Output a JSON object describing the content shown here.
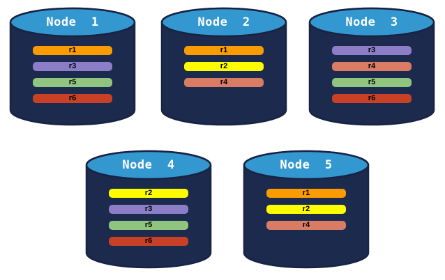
{
  "colors": {
    "background": "#FFFFFF",
    "cylinder_body": "#1C2A4E",
    "cylinder_outline": "#182344",
    "cylinder_top": "#3398D0",
    "title_text": "#FFFFFF",
    "partition_label_text": "#000000",
    "partition_colors": {
      "r1": "#FA9B00",
      "r2": "#FDFD00",
      "r3": "#8B7DC6",
      "r4": "#DA7C64",
      "r5": "#8FC57E",
      "r6": "#C84126"
    }
  },
  "nodes": [
    {
      "label": "Node  1",
      "partitions": [
        "r1",
        "r3",
        "r5",
        "r6"
      ]
    },
    {
      "label": "Node  2",
      "partitions": [
        "r1",
        "r2",
        "r4"
      ]
    },
    {
      "label": "Node  3",
      "partitions": [
        "r3",
        "r4",
        "r5",
        "r6"
      ]
    },
    {
      "label": "Node  4",
      "partitions": [
        "r2",
        "r3",
        "r5",
        "r6"
      ]
    },
    {
      "label": "Node  5",
      "partitions": [
        "r1",
        "r2",
        "r4"
      ]
    }
  ]
}
